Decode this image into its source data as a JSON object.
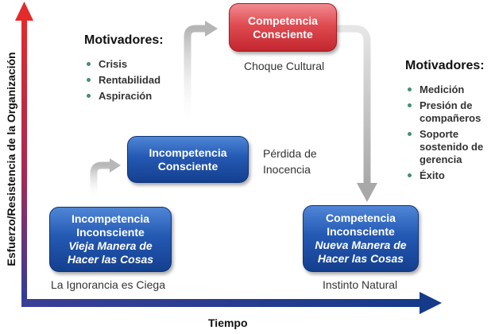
{
  "axes": {
    "x_label": "Tiempo",
    "y_label": "Esfuerzo/Resistencia de la Organización"
  },
  "boxes": {
    "unconscious_incompetence": {
      "lines": [
        "Incompetencia",
        "Inconsciente"
      ],
      "italic_lines": [
        "Vieja Manera de",
        "Hacer las Cosas"
      ],
      "caption": "La Ignorancia es Ciega"
    },
    "conscious_incompetence": {
      "lines": [
        "Incompetencia",
        "Consciente"
      ],
      "caption_lines": [
        "Pérdida de",
        "Inocencia"
      ]
    },
    "conscious_competence": {
      "lines": [
        "Competencia",
        "Consciente"
      ],
      "caption": "Choque Cultural"
    },
    "unconscious_competence": {
      "lines": [
        "Competencia",
        "Inconsciente"
      ],
      "italic_lines": [
        "Nueva Manera de",
        "Hacer las Cosas"
      ],
      "caption": "Instinto Natural"
    }
  },
  "motivators_left": {
    "title": "Motivadores:",
    "items": [
      "Crisis",
      "Rentabilidad",
      "Aspiración"
    ]
  },
  "motivators_right": {
    "title": "Motivadores:",
    "items": [
      "Medición",
      "Presión de compañeros",
      "Soporte sostenido de gerencia",
      "Éxito"
    ]
  },
  "colors": {
    "y_axis_top": "#e32b2b",
    "y_axis_bottom": "#2a3e9e",
    "x_axis": "#1f3c8f",
    "connector": "#b8b8b8",
    "box_blue": "#2459b3",
    "box_red": "#e04b52"
  }
}
